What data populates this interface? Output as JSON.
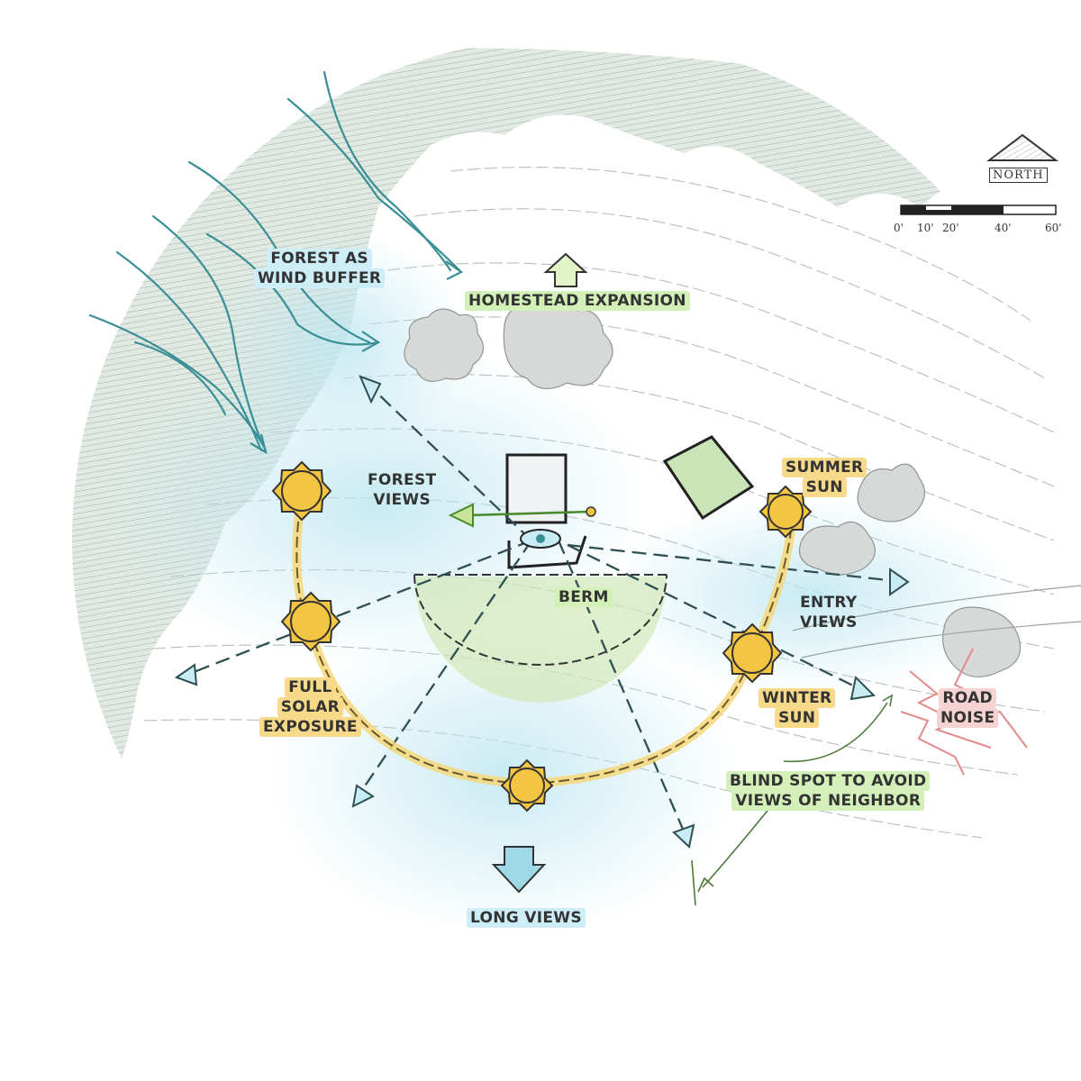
{
  "labels": {
    "forest_wind_buffer": [
      "FOREST AS",
      "WIND BUFFER"
    ],
    "homestead_expansion": [
      "HOMESTEAD EXPANSION"
    ],
    "forest_views": [
      "FOREST",
      "VIEWS"
    ],
    "summer_sun": [
      "SUMMER",
      "SUN"
    ],
    "berm": [
      "BERM"
    ],
    "entry_views": [
      "ENTRY",
      "VIEWS"
    ],
    "full_solar_exposure": [
      "FULL",
      "SOLAR",
      "EXPOSURE"
    ],
    "winter_sun": [
      "WINTER",
      "SUN"
    ],
    "road_noise": [
      "ROAD",
      "NOISE"
    ],
    "blind_spot": [
      "BLIND SPOT TO AVOID",
      "VIEWS OF NEIGHBOR"
    ],
    "long_views": [
      "LONG VIEWS"
    ]
  },
  "north_label": "NORTH",
  "scale_ticks": [
    "0'",
    "10'",
    "20'",
    "40'",
    "60'"
  ],
  "colors": {
    "highlight_green": "#cdeeb0",
    "highlight_yellow": "#f7d87a",
    "highlight_blue": "#c9ecf4",
    "highlight_pink": "#f6d3d3",
    "sun": "#f4c542",
    "sun_path": "#f0c64a",
    "view_arrow": "#4fa3a8",
    "forest": "#bcd4c4",
    "wind": "#3f9fa6"
  },
  "icons": [
    "eye-icon",
    "north-arrow-icon",
    "sun-icon",
    "arrow-icon",
    "lightning-icon"
  ]
}
